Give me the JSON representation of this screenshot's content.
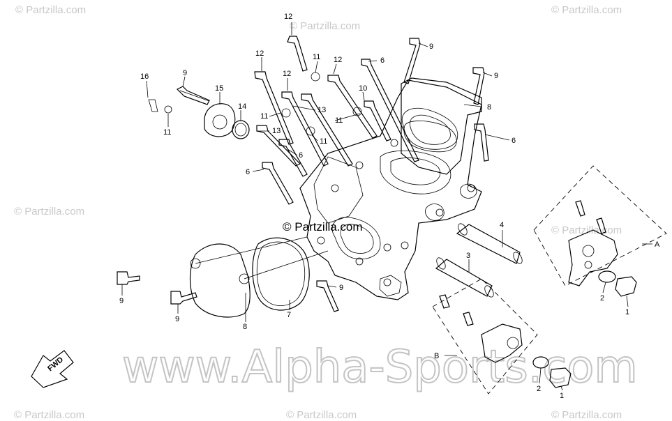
{
  "diagram": {
    "watermarks": {
      "partzilla": "© Partzilla.com",
      "partzilla_center": "© Partzilla.com",
      "brand": "www.Alpha-Sports.com"
    },
    "forward_label": "FWD",
    "view_markers": {
      "a": "A",
      "b": "B"
    },
    "callouts": {
      "n1": "1",
      "n2": "2",
      "n3": "3",
      "n4": "4",
      "n6": "6",
      "n7": "7",
      "n8": "8",
      "n9": "9",
      "n10": "10",
      "n11": "11",
      "n12": "12",
      "n13": "13",
      "n14": "14",
      "n15": "15",
      "n16": "16"
    }
  }
}
